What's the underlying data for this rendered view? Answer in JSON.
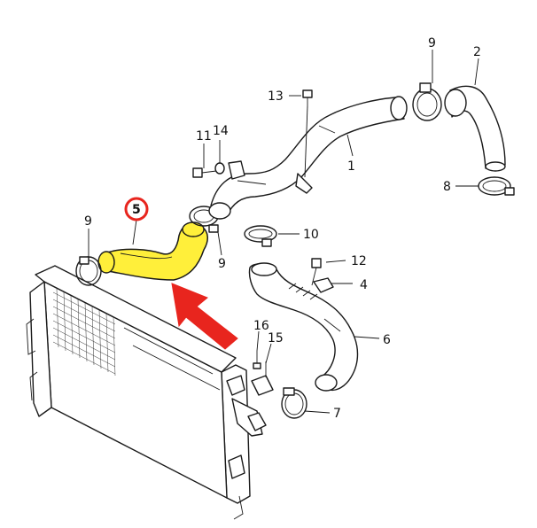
{
  "colors": {
    "highlight_fill": "#FFEF3A",
    "arrow": "#E8251E",
    "callout_ring": "#E8251E",
    "line": "#1A1A1A"
  },
  "callouts": [
    {
      "id": "1",
      "text": "1"
    },
    {
      "id": "2",
      "text": "2"
    },
    {
      "id": "4",
      "text": "4"
    },
    {
      "id": "5",
      "text": "5"
    },
    {
      "id": "6",
      "text": "6"
    },
    {
      "id": "7",
      "text": "7"
    },
    {
      "id": "8",
      "text": "8"
    },
    {
      "id": "9a",
      "text": "9"
    },
    {
      "id": "9b",
      "text": "9"
    },
    {
      "id": "9c",
      "text": "9"
    },
    {
      "id": "10",
      "text": "10"
    },
    {
      "id": "11",
      "text": "11"
    },
    {
      "id": "12",
      "text": "12"
    },
    {
      "id": "13",
      "text": "13"
    },
    {
      "id": "14",
      "text": "14"
    },
    {
      "id": "15",
      "text": "15"
    },
    {
      "id": "16",
      "text": "16"
    }
  ],
  "highlighted_part": "5"
}
